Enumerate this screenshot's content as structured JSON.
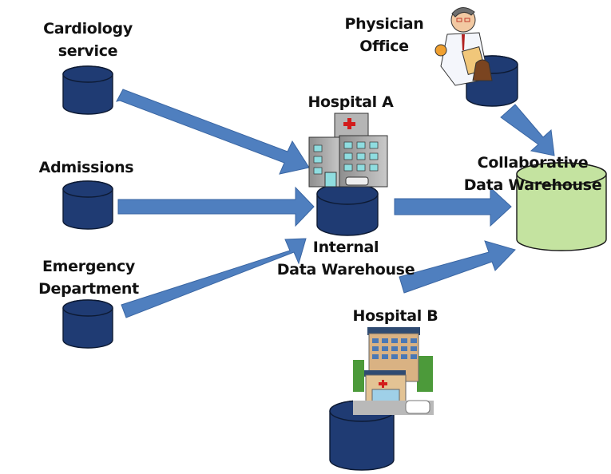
{
  "title": "Collaborative data warehouse architecture",
  "colors": {
    "db_fill": "#1f3b73",
    "db_stroke": "#0d1a33",
    "collab_fill": "#c4e3a0",
    "collab_stroke": "#1a1a1a",
    "arrow_fill": "#4f7fbf",
    "arrow_stroke": "#3a66a3"
  },
  "nodes": {
    "cardiology": {
      "lines": [
        "Cardiology",
        "service"
      ],
      "icon": "database-icon"
    },
    "admissions": {
      "lines": [
        "Admissions"
      ],
      "icon": "database-icon"
    },
    "emergency": {
      "lines": [
        "Emergency",
        "Department"
      ],
      "icon": "database-icon"
    },
    "hospital_a": {
      "lines": [
        "Hospital A"
      ],
      "icon": "hospital-building-icon"
    },
    "internal_dw": {
      "lines": [
        "Internal",
        "Data Warehouse"
      ],
      "icon": "database-icon"
    },
    "physician": {
      "lines": [
        "Physician",
        "Office"
      ],
      "icon": "doctor-icon"
    },
    "collab_dw": {
      "lines": [
        "Collaborative",
        "Data Warehouse"
      ],
      "icon": "database-icon"
    },
    "hospital_b": {
      "lines": [
        "Hospital B"
      ],
      "icon": "hospital-building-icon"
    }
  },
  "edges": [
    {
      "from": "Cardiology service",
      "to": "Internal Data Warehouse"
    },
    {
      "from": "Admissions",
      "to": "Internal Data Warehouse"
    },
    {
      "from": "Emergency Department",
      "to": "Internal Data Warehouse"
    },
    {
      "from": "Internal Data Warehouse",
      "to": "Collaborative Data Warehouse"
    },
    {
      "from": "Physician Office",
      "to": "Collaborative Data Warehouse"
    },
    {
      "from": "Hospital B",
      "to": "Collaborative Data Warehouse"
    }
  ]
}
